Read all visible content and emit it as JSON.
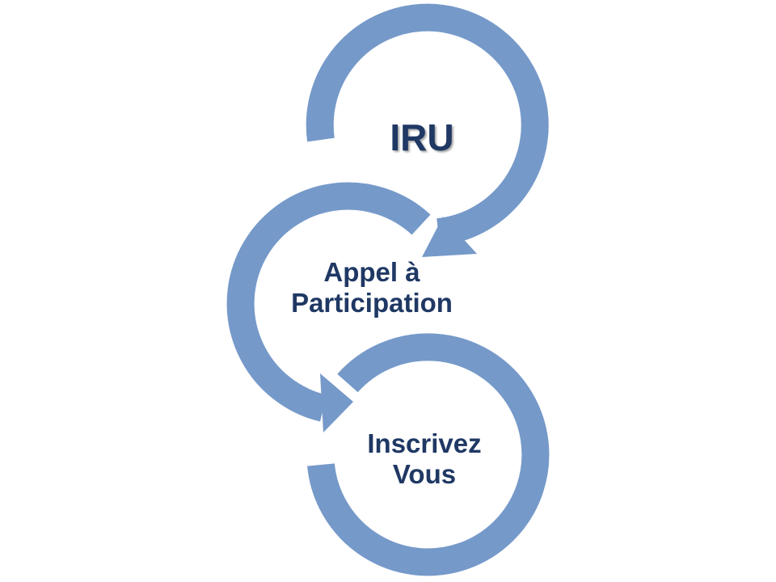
{
  "diagram": {
    "cycle_color": "#7599c9",
    "text_color": "#1f3864",
    "steps": [
      {
        "label": "IRU"
      },
      {
        "line1": "Appel à",
        "line2": "Participation"
      },
      {
        "line1": "Inscrivez",
        "line2": "Vous"
      }
    ]
  }
}
